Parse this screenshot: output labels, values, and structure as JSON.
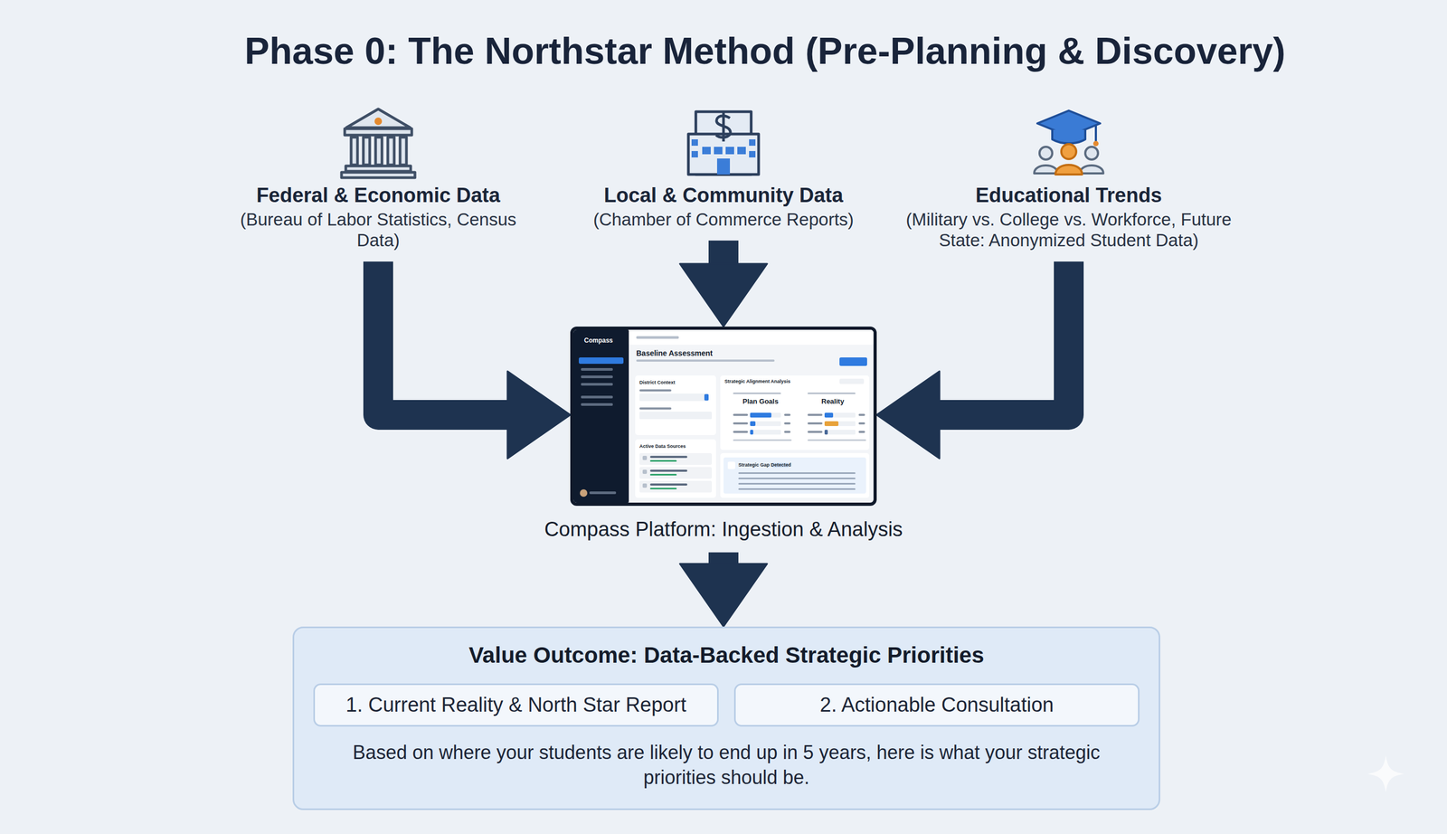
{
  "diagram": {
    "title": "Phase 0: The Northstar Method (Pre-Planning & Discovery)",
    "nodes": [
      {
        "text": [
          "Federal & Economic Data",
          "(Bureau of Labor Statistics, Census Data)"
        ]
      },
      {
        "text": [
          "Local & Community Data",
          "(Chamber of Commerce Reports)"
        ]
      },
      {
        "text": [
          "Educational Trends",
          "(Military vs. College vs. Workforce, Future State: Anonymized Student Data)"
        ]
      },
      {
        "text": [
          "Compass Platform: Ingestion & Analysis"
        ]
      },
      {
        "text": [
          "Value Outcome: Data-Backed Strategic Priorities",
          "Based on where your students are likely to end up in 5 years, here is what your strategic priorities should be."
        ]
      },
      {
        "text": [
          "1. Current Reality & North Star Report"
        ],
        "in": 4
      },
      {
        "text": [
          "2. Actionable Consultation"
        ],
        "in": 4
      }
    ],
    "edges": [
      {
        "from": 0,
        "to": 3,
        "arrow": "to"
      },
      {
        "from": 1,
        "to": 3,
        "arrow": "to"
      },
      {
        "from": 2,
        "to": 3,
        "arrow": "to"
      },
      {
        "from": 3,
        "to": 4,
        "arrow": "to"
      }
    ],
    "labels": [
      "Compass",
      "Baseline Assessment",
      "District Context",
      "Active Data Sources",
      "Strategic Alignment Analysis",
      "Plan Goals",
      "Reality",
      "Strategic Gap Detected"
    ]
  }
}
